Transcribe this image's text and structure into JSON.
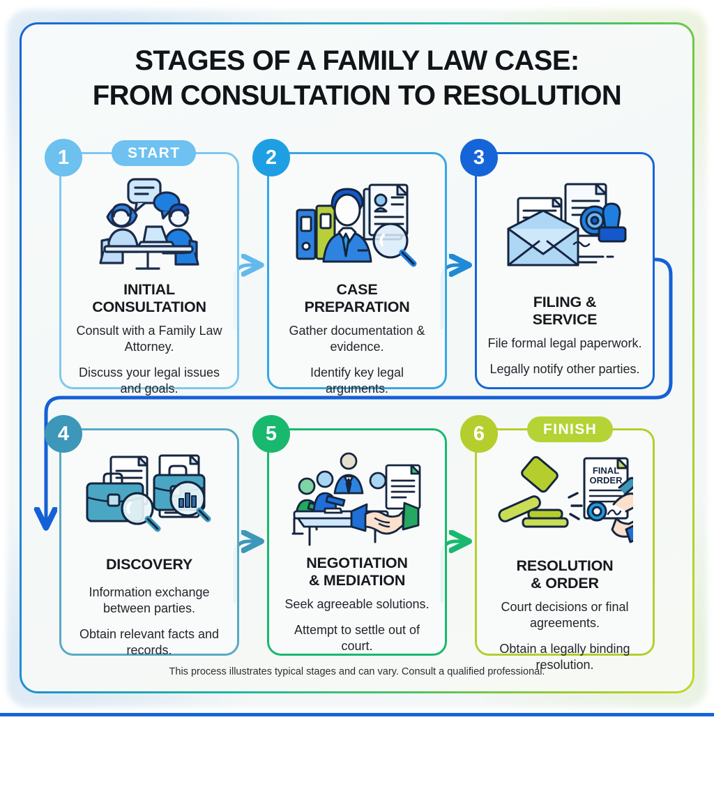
{
  "header": {
    "title_line1": "STAGES OF A FAMILY LAW CASE:",
    "title_line2": "FROM CONSULTATION TO RESOLUTION"
  },
  "badges": {
    "start": "START",
    "finish": "FINISH"
  },
  "colors": {
    "step1": "#6cc1ee",
    "step2": "#1e9fe3",
    "step3": "#1565d8",
    "step4": "#3d97b8",
    "step5": "#18b86e",
    "step6": "#b5ce2e",
    "badge_start": "#6ec1f0",
    "badge_finish": "#b5d334",
    "title_text": "#111418",
    "bottom_rule": "#1565d8"
  },
  "steps": [
    {
      "number": "1",
      "title_line1": "INITIAL",
      "title_line2": "CONSULTATION",
      "desc1": "Consult with a Family Law Attorney.",
      "desc2": "Discuss your legal issues and goals.",
      "icon": "consultation-meeting-icon",
      "accent": "#6cc1ee"
    },
    {
      "number": "2",
      "title_line1": "CASE",
      "title_line2": "PREPARATION",
      "desc1": "Gather documentation & evidence.",
      "desc2": "Identify key legal arguments.",
      "icon": "attorney-documents-magnifier-icon",
      "accent": "#1e9fe3"
    },
    {
      "number": "3",
      "title_line1": "FILING &",
      "title_line2": "SERVICE",
      "desc1": "File formal legal paperwork.",
      "desc2": "Legally notify other parties.",
      "icon": "envelope-seal-stamp-icon",
      "accent": "#1565d8"
    },
    {
      "number": "4",
      "title_line1": "DISCOVERY",
      "title_line2": "",
      "desc1": "Information exchange between parties.",
      "desc2": "Obtain relevant facts and records.",
      "icon": "briefcase-magnifier-records-icon",
      "accent": "#3d97b8"
    },
    {
      "number": "5",
      "title_line1": "NEGOTIATION",
      "title_line2": "& MEDIATION",
      "desc1": "Seek agreeable solutions.",
      "desc2": "Attempt to settle out of court.",
      "icon": "mediation-table-handshake-icon",
      "accent": "#18b86e"
    },
    {
      "number": "6",
      "title_line1": "RESOLUTION",
      "title_line2": "& ORDER",
      "desc1": "Court decisions or final agreements.",
      "desc2": "Obtain a legally binding resolution.",
      "icon": "gavel-final-order-signature-icon",
      "accent": "#b5ce2e",
      "doc_label_line1": "FINAL",
      "doc_label_line2": "ORDER"
    }
  ],
  "footer": {
    "note": "This process illustrates typical stages and can vary. Consult a qualified professional."
  }
}
